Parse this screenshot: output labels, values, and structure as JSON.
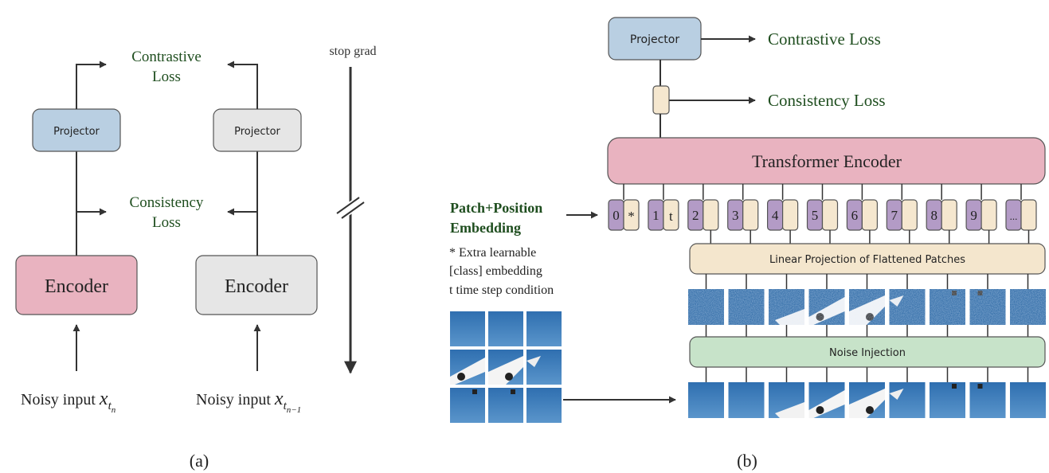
{
  "panel_a": {
    "caption": "(a)",
    "online": {
      "contrastive_line1": "Contrastive",
      "contrastive_line2": "Loss",
      "projector": "Projector",
      "consistency_line1": "Consistency",
      "consistency_line2": "Loss",
      "encoder": "Encoder",
      "input_text": "Noisy input ",
      "input_var": "x",
      "input_sub": "t",
      "input_subsub": "n"
    },
    "target": {
      "projector": "Projector",
      "encoder": "Encoder",
      "input_text": "Noisy input ",
      "input_var": "x",
      "input_sub": "t",
      "input_subsub": "n−1"
    },
    "stop_grad": "stop grad"
  },
  "panel_b": {
    "caption": "(b)",
    "projector": "Projector",
    "contrastive_loss": "Contrastive Loss",
    "consistency_loss": "Consistency Loss",
    "transformer_encoder": "Transformer Encoder",
    "embedding_title_line1": "Patch+Position",
    "embedding_title_line2": "Embedding",
    "note_line1": "* Extra learnable",
    "note_line2": "[class] embedding",
    "note_line3": "t time step condition",
    "tokens": [
      {
        "pos": "0",
        "emb": "*"
      },
      {
        "pos": "1",
        "emb": "t"
      },
      {
        "pos": "2",
        "emb": ""
      },
      {
        "pos": "3",
        "emb": ""
      },
      {
        "pos": "4",
        "emb": ""
      },
      {
        "pos": "5",
        "emb": ""
      },
      {
        "pos": "6",
        "emb": ""
      },
      {
        "pos": "7",
        "emb": ""
      },
      {
        "pos": "8",
        "emb": ""
      },
      {
        "pos": "9",
        "emb": ""
      },
      {
        "pos": "...",
        "emb": ""
      }
    ],
    "linear_projection": "Linear Projection of Flattened Patches",
    "noise_injection": "Noise Injection"
  },
  "colors": {
    "projector_online": "#b9cfe2",
    "projector_target": "#e6e6e6",
    "encoder_online": "#e9b3c0",
    "encoder_target": "#e6e6e6",
    "loss_text": "#1f4e1f",
    "token_position": "#b39bc6",
    "token_embedding": "#f5e7cf",
    "linear_projection": "#f4e6cd",
    "noise_injection": "#c7e3c9",
    "sky": "#3f7fbd"
  }
}
